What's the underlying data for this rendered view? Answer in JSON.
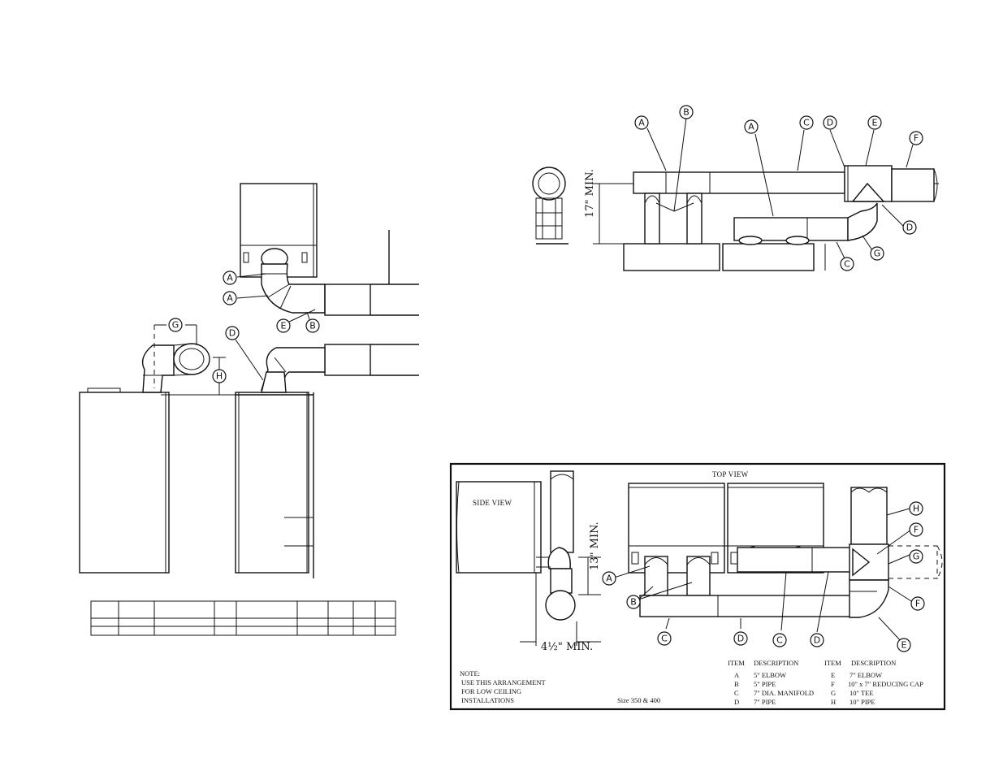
{
  "left_assembly": {
    "callouts": [
      "A",
      "A",
      "E",
      "B",
      "G",
      "H",
      "D"
    ]
  },
  "upper_right_assembly": {
    "callouts": [
      "A",
      "B",
      "A",
      "C",
      "D",
      "E",
      "F",
      "D",
      "G",
      "C"
    ],
    "dimension": "17\" MIN."
  },
  "lower_right_assembly": {
    "top_view_title": "TOP VIEW",
    "side_view_title": "SIDE VIEW",
    "callouts": [
      "A",
      "B",
      "C",
      "D",
      "C",
      "D",
      "E",
      "F",
      "F",
      "G",
      "H"
    ],
    "dimension_vertical": "13\" MIN.",
    "dimension_horizontal": "4½\" MIN.",
    "note_lines": [
      "NOTE:",
      "USE THIS ARRANGEMENT",
      "FOR LOW CEILING",
      "INSTALLATIONS"
    ],
    "size_label": "Size 350 & 400",
    "parts_table": {
      "headers": [
        "ITEM",
        "DESCRIPTION",
        "ITEM",
        "DESCRIPTION"
      ],
      "rows": [
        [
          "A",
          "5\" ELBOW",
          "E",
          "7\" ELBOW"
        ],
        [
          "B",
          "5\" PIPE",
          "F",
          "10\" x 7\" REDUCING CAP"
        ],
        [
          "C",
          "7\" DIA. MANIFOLD",
          "G",
          "10\" TEE"
        ],
        [
          "D",
          "7\" PIPE",
          "H",
          "10\" PIPE"
        ]
      ]
    }
  }
}
